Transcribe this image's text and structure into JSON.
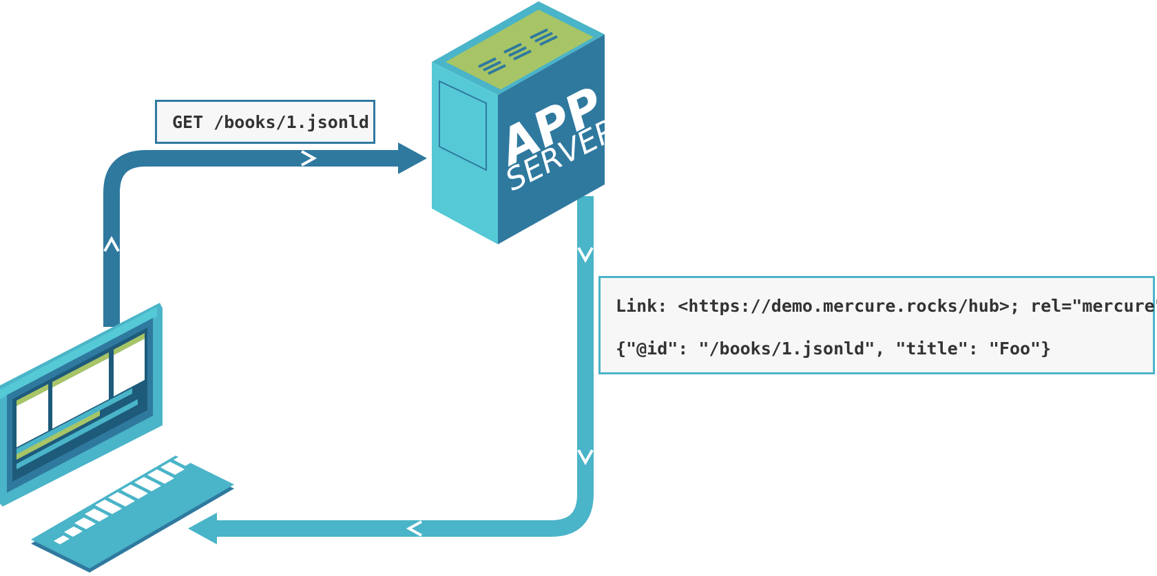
{
  "request": {
    "text": "GET /books/1.jsonld"
  },
  "server": {
    "label_main": "APP",
    "label_sub": "SERVER"
  },
  "response": {
    "link_header": "Link: <https://demo.mercure.rocks/hub>; rel=\"mercure\"",
    "body": "{\"@id\": \"/books/1.jsonld\", \"title\": \"Foo\"}"
  },
  "colors": {
    "dark_blue": "#2f799f",
    "light_blue": "#4ab4c8",
    "cyan": "#55c9d6",
    "green": "#a7c566"
  },
  "icons": [
    "computer-monitor-icon",
    "keyboard-icon",
    "app-server-icon"
  ]
}
